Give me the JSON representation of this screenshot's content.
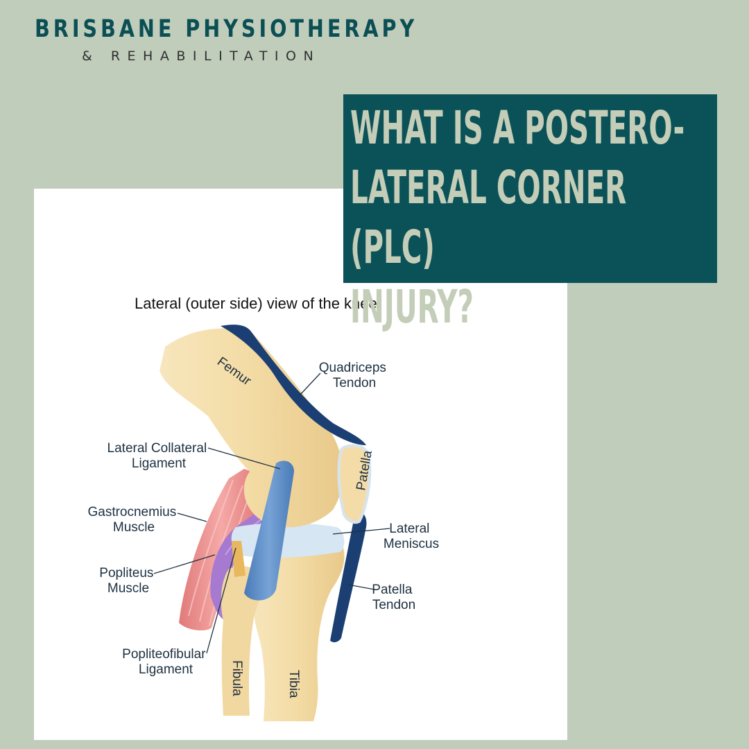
{
  "brand": {
    "name": "BRISBANE PHYSIOTHERAPY",
    "subtitle": "& REHABILITATION"
  },
  "headline": "WHAT IS A POSTERO-\nLATERAL CORNER (PLC)\nINJURY?",
  "figure": {
    "title": "Lateral (outer side) view of the knee",
    "labels": {
      "quadriceps_tendon": [
        "Quadriceps",
        "Tendon"
      ],
      "lateral_collateral_ligament": [
        "Lateral Collateral",
        "Ligament"
      ],
      "gastrocnemius_muscle": [
        "Gastrocnemius",
        "Muscle"
      ],
      "popliteus_muscle": [
        "Popliteus",
        "Muscle"
      ],
      "popliteofibular_ligament": [
        "Popliteofibular",
        "Ligament"
      ],
      "lateral_meniscus": [
        "Lateral",
        "Meniscus"
      ],
      "patella_tendon": [
        "Patella",
        "Tendon"
      ]
    },
    "bones": {
      "femur": "Femur",
      "patella": "Patella",
      "fibula": "Fibula",
      "tibia": "Tibia"
    }
  },
  "colors": {
    "background": "#c0cdbb",
    "brand_teal": "#0b4f55",
    "headline_box": "#0b5258",
    "headline_text": "#c4cdb8",
    "bone": "#f3dca6",
    "tendon_dark_blue": "#1b3f72",
    "ligament_blue": "#5e8ec6",
    "gastrocnemius": "#e88a8a",
    "popliteus": "#a57ad0",
    "meniscus": "#d6e6f2",
    "popliteofibular": "#e9b75e"
  }
}
